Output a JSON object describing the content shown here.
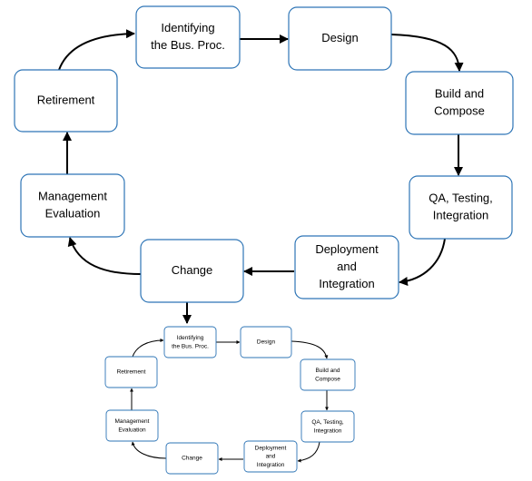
{
  "diagram": {
    "nodes": {
      "identify": [
        "Identifying",
        "the Bus. Proc."
      ],
      "design": [
        "Design"
      ],
      "build": [
        "Build and",
        "Compose"
      ],
      "qa": [
        "QA, Testing,",
        "Integration"
      ],
      "deploy": [
        "Deployment",
        "and",
        "Integration"
      ],
      "change": [
        "Change"
      ],
      "management": [
        "Management",
        "Evaluation"
      ],
      "retirement": [
        "Retirement"
      ]
    },
    "edges": [
      [
        "identify",
        "design"
      ],
      [
        "design",
        "build"
      ],
      [
        "build",
        "qa"
      ],
      [
        "qa",
        "deploy"
      ],
      [
        "deploy",
        "change"
      ],
      [
        "change",
        "management"
      ],
      [
        "management",
        "retirement"
      ],
      [
        "retirement",
        "identify"
      ],
      [
        "change",
        "identify"
      ]
    ],
    "colors": {
      "box_border": "#2e75b6",
      "arrow": "#000000"
    }
  }
}
